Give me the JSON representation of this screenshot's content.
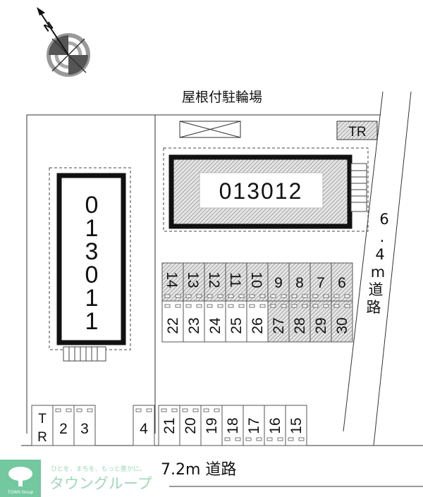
{
  "compass": {
    "north_label": "N",
    "icon": "compass-rose-icon"
  },
  "labels": {
    "bike_parking": "屋根付駐輪場",
    "trash_top": "TR",
    "road_east": [
      "6",
      ".",
      "4",
      "m",
      "道",
      "路"
    ],
    "road_south": "7.2m 道路"
  },
  "buildings": [
    {
      "id": "013011",
      "digits": [
        "0",
        "1",
        "3",
        "0",
        "1",
        "1"
      ]
    },
    {
      "id": "013012"
    }
  ],
  "parking": {
    "upper_row": [
      "14",
      "13",
      "12",
      "11",
      "10",
      "9",
      "8",
      "7",
      "6"
    ],
    "middle_row": [
      "22",
      "23",
      "24",
      "25",
      "26",
      "27",
      "28",
      "29",
      "30"
    ],
    "upper_hatched": [
      true,
      true,
      true,
      true,
      true,
      true,
      true,
      true,
      true
    ],
    "middle_hatched": [
      false,
      false,
      false,
      false,
      false,
      true,
      true,
      true,
      true
    ],
    "bottom_left": [
      "TR",
      "2",
      "3"
    ],
    "bottom_single": "4",
    "bottom_right": [
      "21",
      "20",
      "19",
      "18",
      "17",
      "16",
      "15"
    ]
  },
  "watermark": {
    "tagline": "ひとを、まちを、もっと豊かに。",
    "brand": "タウングループ",
    "logo_text": "TOWN Group",
    "color": "#5bbf8f"
  }
}
